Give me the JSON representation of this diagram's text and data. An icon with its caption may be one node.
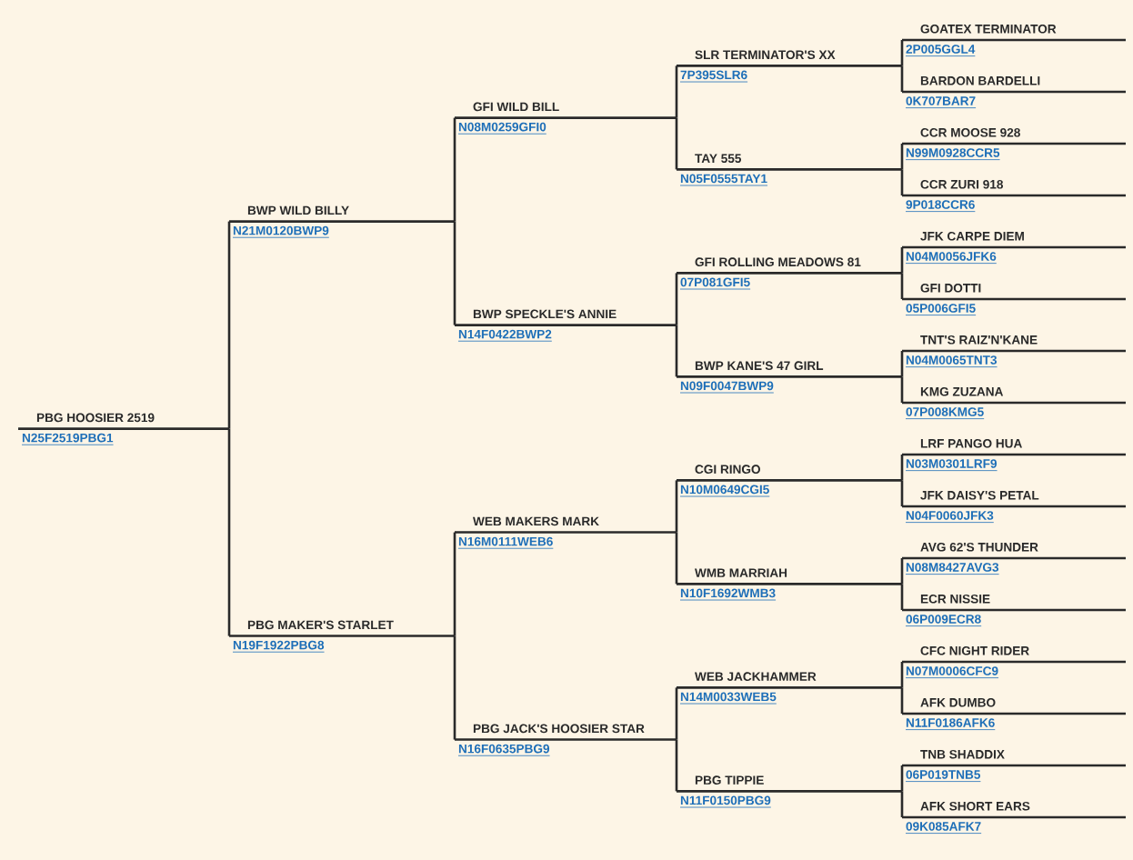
{
  "diagram": {
    "nodes": [
      {
        "text": [
          "PBG HOOSIER 2519",
          "N25F2519PBG1"
        ]
      },
      {
        "text": [
          "BWP WILD BILLY",
          "N21M0120BWP9"
        ]
      },
      {
        "text": [
          "PBG MAKER'S STARLET",
          "N19F1922PBG8"
        ]
      },
      {
        "text": [
          "GFI WILD BILL",
          "N08M0259GFI0"
        ]
      },
      {
        "text": [
          "BWP SPECKLE'S ANNIE",
          "N14F0422BWP2"
        ]
      },
      {
        "text": [
          "WEB MAKERS MARK",
          "N16M0111WEB6"
        ]
      },
      {
        "text": [
          "PBG JACK'S HOOSIER STAR",
          "N16F0635PBG9"
        ]
      },
      {
        "text": [
          "SLR TERMINATOR'S XX",
          "7P395SLR6"
        ]
      },
      {
        "text": [
          "TAY 555",
          "N05F0555TAY1"
        ]
      },
      {
        "text": [
          "GFI ROLLING MEADOWS 81",
          "07P081GFI5"
        ]
      },
      {
        "text": [
          "BWP KANE'S 47 GIRL",
          "N09F0047BWP9"
        ]
      },
      {
        "text": [
          "CGI RINGO",
          "N10M0649CGI5"
        ]
      },
      {
        "text": [
          "WMB MARRIAH",
          "N10F1692WMB3"
        ]
      },
      {
        "text": [
          "WEB JACKHAMMER",
          "N14M0033WEB5"
        ]
      },
      {
        "text": [
          "PBG TIPPIE",
          "N11F0150PBG9"
        ]
      },
      {
        "text": [
          "GOATEX TERMINATOR",
          "2P005GGL4"
        ]
      },
      {
        "text": [
          "BARDON BARDELLI",
          "0K707BAR7"
        ]
      },
      {
        "text": [
          "CCR MOOSE 928",
          "N99M0928CCR5"
        ]
      },
      {
        "text": [
          "CCR ZURI 918",
          "9P018CCR6"
        ]
      },
      {
        "text": [
          "JFK CARPE DIEM",
          "N04M0056JFK6"
        ]
      },
      {
        "text": [
          "GFI DOTTI",
          "05P006GFI5"
        ]
      },
      {
        "text": [
          "TNT'S RAIZ'N'KANE",
          "N04M0065TNT3"
        ]
      },
      {
        "text": [
          "KMG ZUZANA",
          "07P008KMG5"
        ]
      },
      {
        "text": [
          "LRF PANGO HUA",
          "N03M0301LRF9"
        ]
      },
      {
        "text": [
          "JFK DAISY'S PETAL",
          "N04F0060JFK3"
        ]
      },
      {
        "text": [
          "AVG 62'S THUNDER",
          "N08M8427AVG3"
        ]
      },
      {
        "text": [
          "ECR NISSIE",
          "06P009ECR8"
        ]
      },
      {
        "text": [
          "CFC NIGHT RIDER",
          "N07M0006CFC9"
        ]
      },
      {
        "text": [
          "AFK DUMBO",
          "N11F0186AFK6"
        ]
      },
      {
        "text": [
          "TNB SHADDIX",
          "06P019TNB5"
        ]
      },
      {
        "text": [
          "AFK SHORT EARS",
          "09K085AFK7"
        ]
      }
    ],
    "edges": [
      {
        "from": 0,
        "to": 1,
        "arrow": "none"
      },
      {
        "from": 0,
        "to": 2,
        "arrow": "none"
      },
      {
        "from": 1,
        "to": 3,
        "arrow": "none"
      },
      {
        "from": 1,
        "to": 4,
        "arrow": "none"
      },
      {
        "from": 2,
        "to": 5,
        "arrow": "none"
      },
      {
        "from": 2,
        "to": 6,
        "arrow": "none"
      },
      {
        "from": 3,
        "to": 7,
        "arrow": "none"
      },
      {
        "from": 3,
        "to": 8,
        "arrow": "none"
      },
      {
        "from": 4,
        "to": 9,
        "arrow": "none"
      },
      {
        "from": 4,
        "to": 10,
        "arrow": "none"
      },
      {
        "from": 5,
        "to": 11,
        "arrow": "none"
      },
      {
        "from": 5,
        "to": 12,
        "arrow": "none"
      },
      {
        "from": 6,
        "to": 13,
        "arrow": "none"
      },
      {
        "from": 6,
        "to": 14,
        "arrow": "none"
      },
      {
        "from": 7,
        "to": 15,
        "arrow": "none"
      },
      {
        "from": 7,
        "to": 16,
        "arrow": "none"
      },
      {
        "from": 8,
        "to": 17,
        "arrow": "none"
      },
      {
        "from": 8,
        "to": 18,
        "arrow": "none"
      },
      {
        "from": 9,
        "to": 19,
        "arrow": "none"
      },
      {
        "from": 9,
        "to": 20,
        "arrow": "none"
      },
      {
        "from": 10,
        "to": 21,
        "arrow": "none"
      },
      {
        "from": 10,
        "to": 22,
        "arrow": "none"
      },
      {
        "from": 11,
        "to": 23,
        "arrow": "none"
      },
      {
        "from": 11,
        "to": 24,
        "arrow": "none"
      },
      {
        "from": 12,
        "to": 25,
        "arrow": "none"
      },
      {
        "from": 12,
        "to": 26,
        "arrow": "none"
      },
      {
        "from": 13,
        "to": 27,
        "arrow": "none"
      },
      {
        "from": 13,
        "to": 28,
        "arrow": "none"
      },
      {
        "from": 14,
        "to": 29,
        "arrow": "none"
      },
      {
        "from": 14,
        "to": 30,
        "arrow": "none"
      }
    ]
  }
}
